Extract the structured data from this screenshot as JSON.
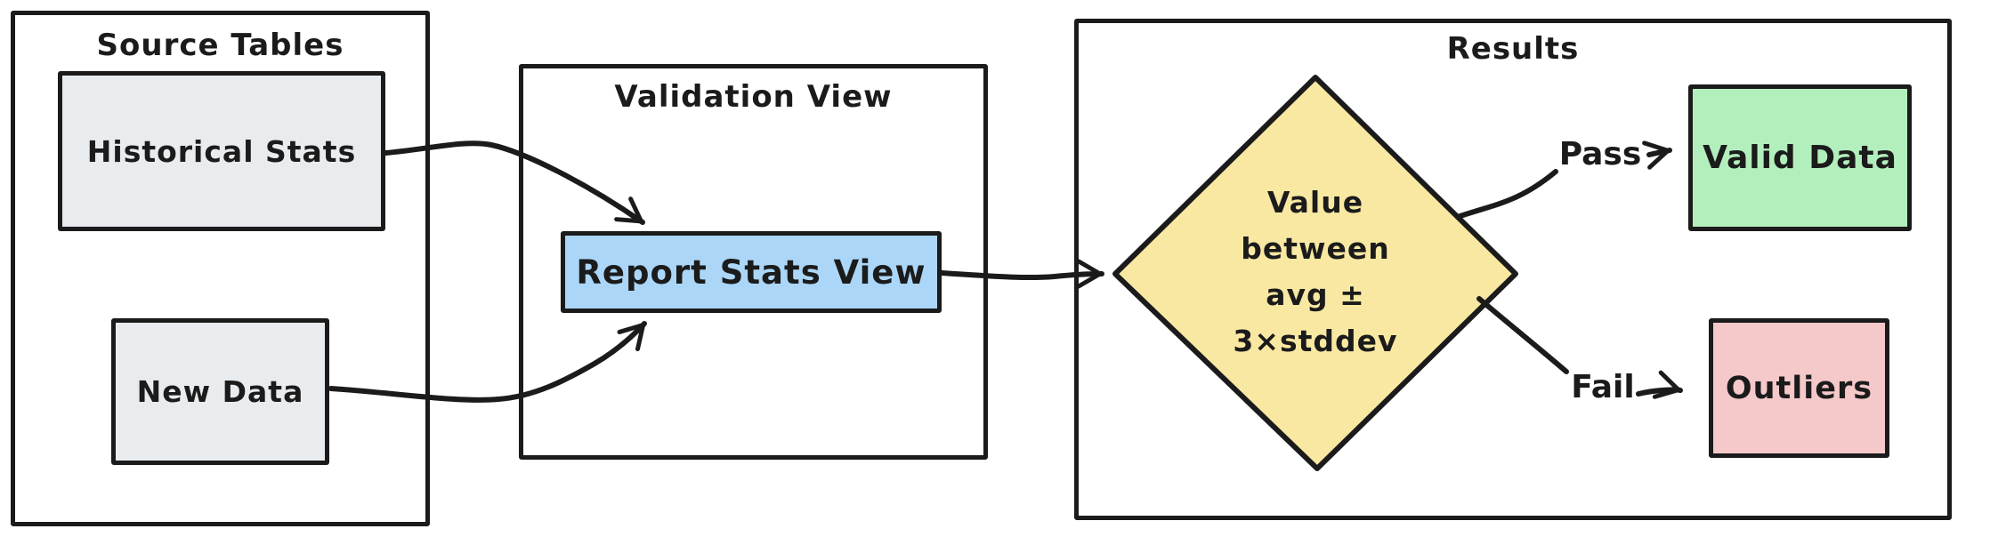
{
  "diagram": {
    "containers": {
      "source_tables": {
        "title": "Source Tables"
      },
      "validation_view": {
        "title": "Validation View"
      },
      "results": {
        "title": "Results"
      }
    },
    "nodes": {
      "historical_stats": {
        "label": "Historical Stats",
        "fill": "#e9ecef"
      },
      "new_data": {
        "label": "New Data",
        "fill": "#e9ecef"
      },
      "report_stats_view": {
        "label": "Report Stats View",
        "fill": "#abd6f7"
      },
      "decision": {
        "label_lines": [
          "Value",
          "between",
          "avg ±",
          "3×stddev"
        ],
        "fill": "#f8e8a2"
      },
      "valid_data": {
        "label": "Valid Data",
        "fill": "#b3efbc"
      },
      "outliers": {
        "label": "Outliers",
        "fill": "#f5c8ca"
      }
    },
    "edge_labels": {
      "pass": "Pass",
      "fail": "Fail"
    },
    "colors": {
      "stroke": "#1b1b1b",
      "background": "#ffffff"
    }
  }
}
